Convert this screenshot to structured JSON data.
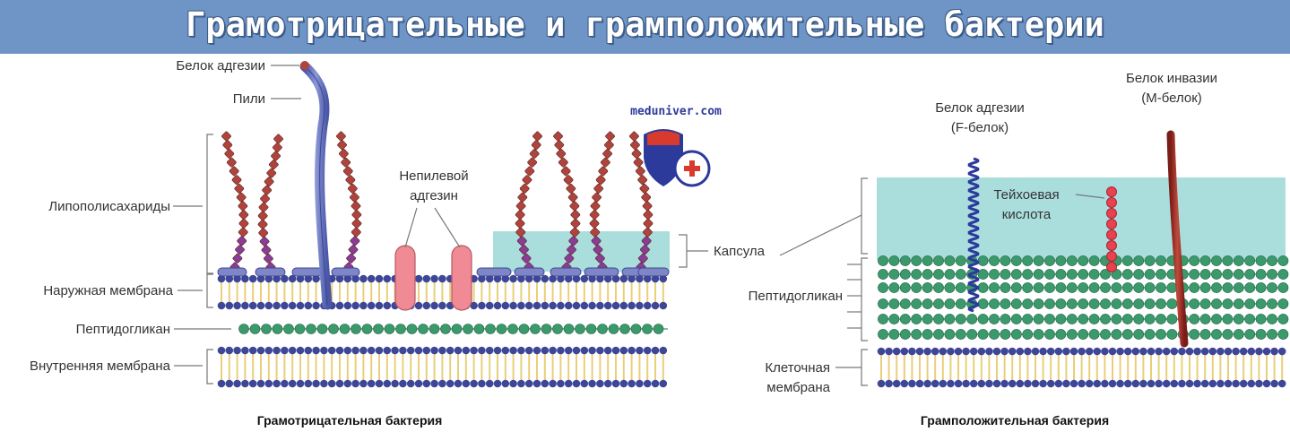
{
  "header": {
    "title": "Грамотрицательные и грамположительные бактерии"
  },
  "watermark": {
    "text": "meduniver.com",
    "icon": "medical-cross-shield-icon"
  },
  "left": {
    "caption": "Грамотрицательная бактерия",
    "labels": {
      "adhesion_protein": "Белок адгезии",
      "pili": "Пили",
      "lps": "Липополисахариды",
      "nonpilus_adhesin_1": "Непилевой",
      "nonpilus_adhesin_2": "адгезин",
      "outer_membrane": "Наружная мембрана",
      "peptidoglycan": "Пептидогликан",
      "inner_membrane": "Внутренняя мембрана"
    }
  },
  "right": {
    "caption": "Грамположительная бактерия",
    "labels": {
      "capsule": "Капсула",
      "adhesion_protein_1": "Белок адгезии",
      "adhesion_protein_2": "(F-белок)",
      "invasion_protein_1": "Белок инвазии",
      "invasion_protein_2": "(М-белок)",
      "teichoic_1": "Тейхоевая",
      "teichoic_2": "кислота",
      "peptidoglycan": "Пептидогликан",
      "cell_membrane_1": "Клеточная",
      "cell_membrane_2": "мембрана"
    }
  },
  "colors": {
    "banner": "#6f94c6",
    "capsule": "#aadedd",
    "lipid_head": "#3e4797",
    "lipid_tail": "#e9cf7a",
    "peptidoglycan": "#3b9a6c",
    "lps": "#b0443c",
    "lps_core": "#8a3c97",
    "adhesin": "#f08a94",
    "m_protein": "#a02a22",
    "f_protein": "#2b3a9b"
  }
}
